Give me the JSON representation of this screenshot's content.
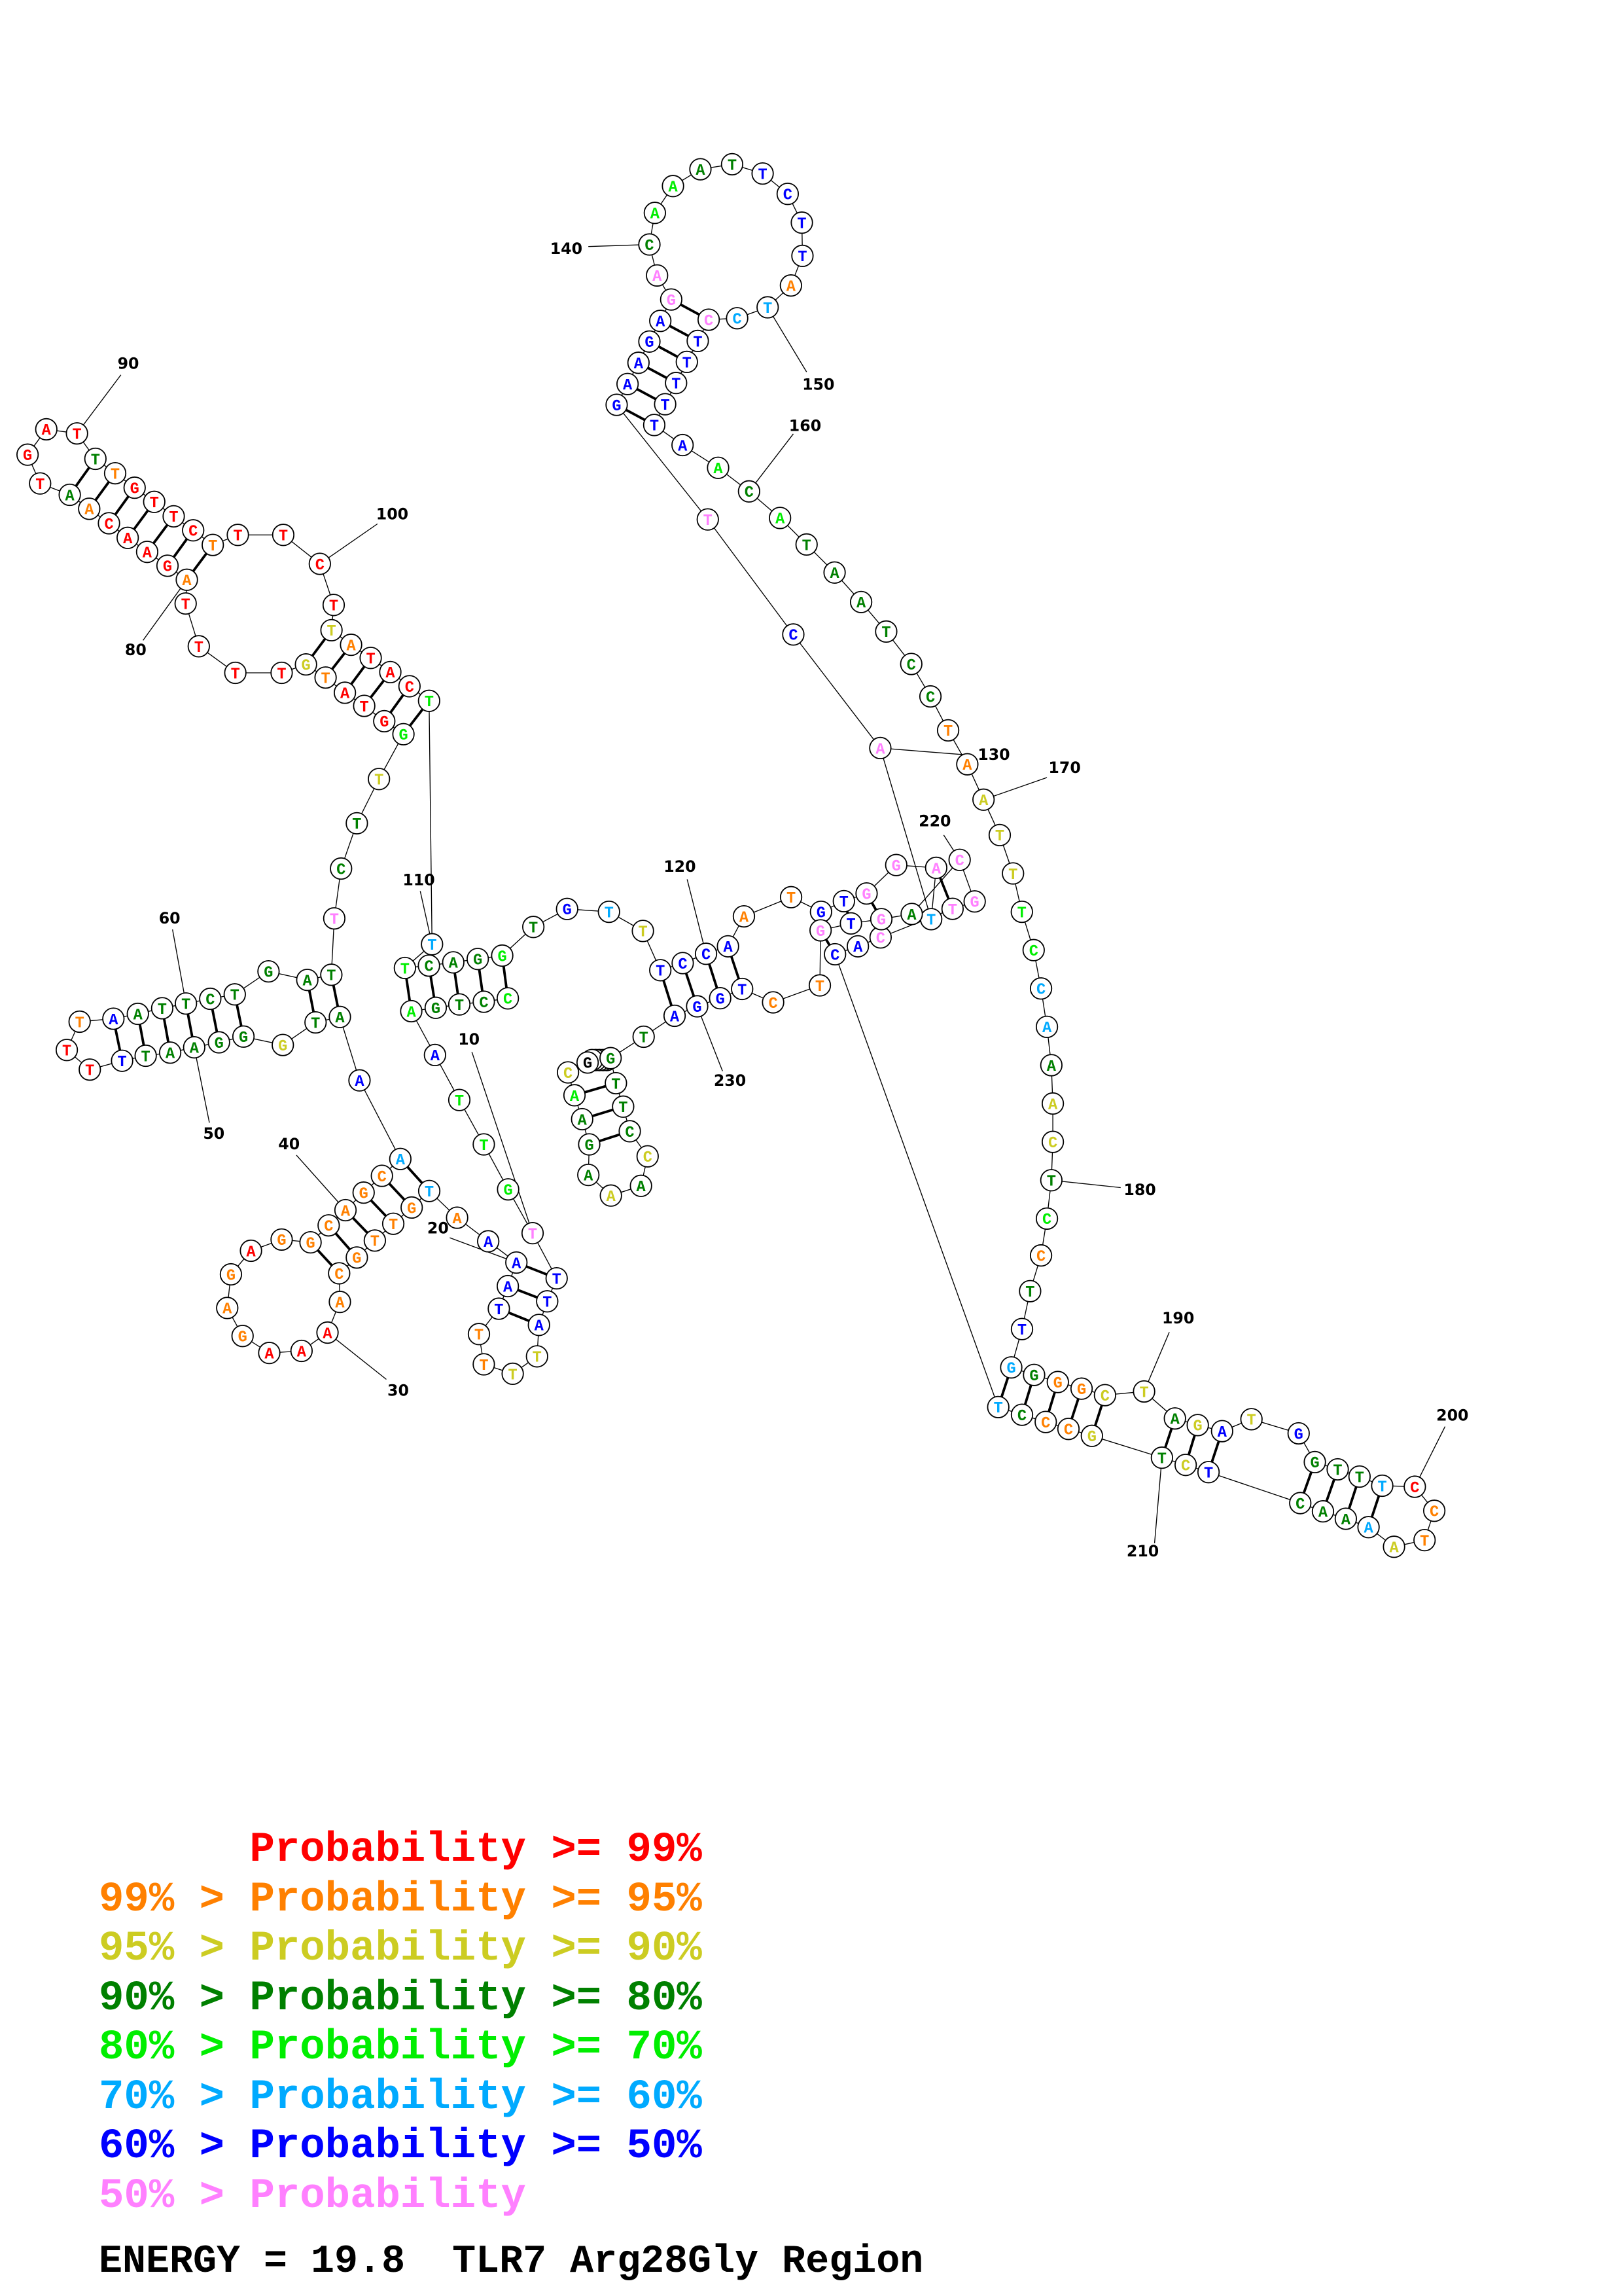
{
  "structure": {
    "sequence": "CCTGAATTGTTTATTTTTAAAATGTTGCAAAAGAGAGGCAGCAAATGGGAATTTTTAATTCTGATTCTTGGTATGTTTTAGAACAATGATTTGTTCTTTCTTATACTTTCAGGTGTTTCCAATGTGGATACTGAAGAGACAAATTCTTATCCTTTTTAACATAATCCTAATTTCCAAACTCCTTGGGGCTAGATGGTTTCCTAAAACTCTGCCCTCACTGCAGTGTCTGGATGTTCCAAAGAACG",
    "probability_class": "LgggLBLLLpBBByyooBBBBocoooooorrroooroooooocBggygggggBrroBggggggggpggyLrrroyrrrrorrrrogrrrrgorrrrorrrryorrrLcLgggLgBcyBBBBooBBpppcpBpBBBBBppgLLggBBBBoccpBBBBBBLgLggggggooyyyLLccgyygLogBcgooyygyByBgggcrooycgggBygyoogcBBppppgpBpooBBBBgggggygygggLy",
    "pairs": [
      [
        1,
        113
      ],
      [
        2,
        112
      ],
      [
        3,
        111
      ],
      [
        4,
        110
      ],
      [
        5,
        109
      ],
      [
        11,
        20
      ],
      [
        12,
        19
      ],
      [
        13,
        18
      ],
      [
        23,
        43
      ],
      [
        24,
        42
      ],
      [
        25,
        41
      ],
      [
        26,
        40
      ],
      [
        27,
        39
      ],
      [
        28,
        38
      ],
      [
        45,
        65
      ],
      [
        46,
        64
      ],
      [
        48,
        62
      ],
      [
        49,
        61
      ],
      [
        50,
        60
      ],
      [
        51,
        59
      ],
      [
        52,
        58
      ],
      [
        53,
        57
      ],
      [
        70,
        107
      ],
      [
        71,
        106
      ],
      [
        72,
        105
      ],
      [
        73,
        104
      ],
      [
        74,
        103
      ],
      [
        75,
        102
      ],
      [
        80,
        97
      ],
      [
        81,
        96
      ],
      [
        82,
        95
      ],
      [
        83,
        94
      ],
      [
        84,
        93
      ],
      [
        85,
        92
      ],
      [
        86,
        91
      ],
      [
        118,
        231
      ],
      [
        119,
        230
      ],
      [
        120,
        229
      ],
      [
        121,
        228
      ],
      [
        125,
        224
      ],
      [
        126,
        223
      ],
      [
        128,
        219
      ],
      [
        216,
        225
      ],
      [
        133,
        157
      ],
      [
        134,
        156
      ],
      [
        135,
        155
      ],
      [
        136,
        154
      ],
      [
        137,
        153
      ],
      [
        138,
        152
      ],
      [
        185,
        215
      ],
      [
        186,
        214
      ],
      [
        187,
        213
      ],
      [
        188,
        212
      ],
      [
        189,
        211
      ],
      [
        191,
        210
      ],
      [
        192,
        209
      ],
      [
        193,
        208
      ],
      [
        196,
        207
      ],
      [
        197,
        206
      ],
      [
        198,
        205
      ],
      [
        199,
        204
      ],
      [
        234,
        243
      ],
      [
        235,
        242
      ],
      [
        236,
        241
      ]
    ],
    "position_labels": [
      "10",
      "20",
      "30",
      "40",
      "50",
      "60",
      "80",
      "90",
      "100",
      "110",
      "120",
      "130",
      "140",
      "150",
      "160",
      "170",
      "180",
      "190",
      "200",
      "210",
      "220",
      "230"
    ]
  },
  "probability_colors": {
    "r": "#ff0000",
    "o": "#ff8000",
    "y": "#cccc22",
    "g": "#008000",
    "L": "#00ee00",
    "c": "#00aaff",
    "B": "#0000ff",
    "p": "#ff80ff"
  },
  "legend": [
    {
      "text": "Probability >= 99%",
      "color": "#ff0000"
    },
    {
      "text": "99% > Probability >= 95%",
      "color": "#ff8000"
    },
    {
      "text": "95% > Probability >= 90%",
      "color": "#cccc22"
    },
    {
      "text": "90% > Probability >= 80%",
      "color": "#008000"
    },
    {
      "text": "80% > Probability >= 70%",
      "color": "#00ee00"
    },
    {
      "text": "70% > Probability >= 60%",
      "color": "#00aaff"
    },
    {
      "text": "60% > Probability >= 50%",
      "color": "#0000ff"
    },
    {
      "text": "50% > Probability",
      "color": "#ff80ff"
    }
  ],
  "energy_line": "ENERGY = 19.8  TLR7 Arg28Gly Region"
}
